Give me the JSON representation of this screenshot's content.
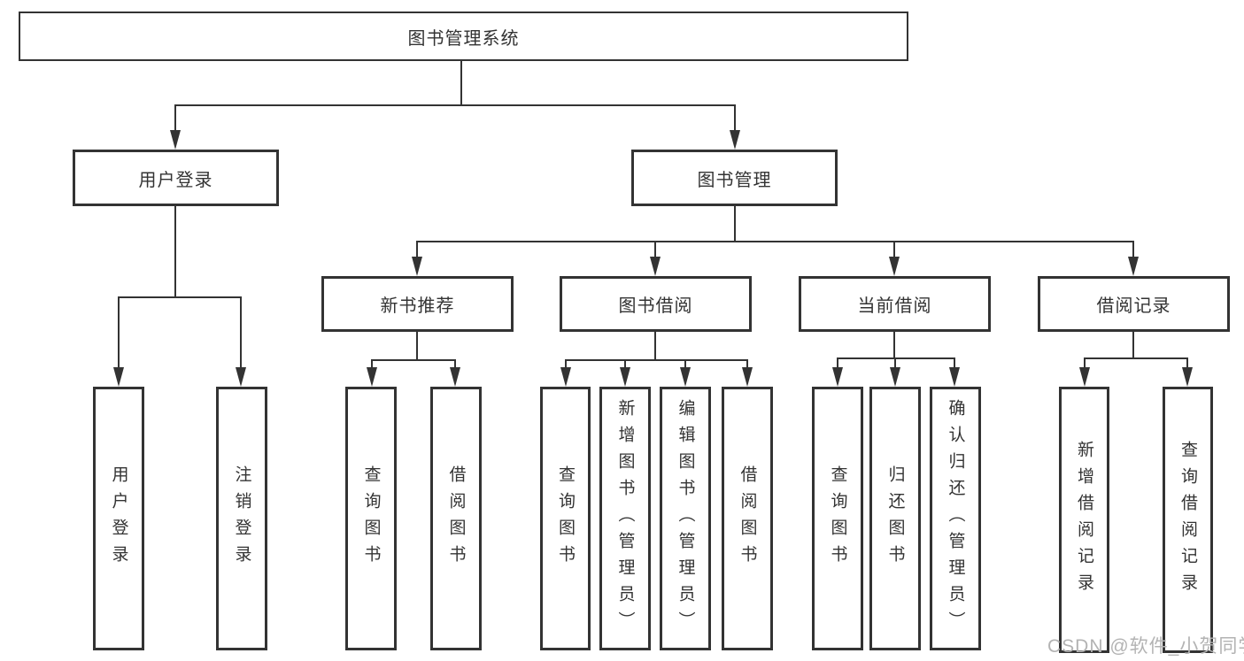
{
  "diagram": {
    "title_node": "图书管理系统",
    "watermark": "CSDN @软件_小贺同学",
    "colors": {
      "line": "#333333",
      "text": "#333333",
      "watermark": "#b3b3b3",
      "background": "#ffffff"
    },
    "nodes": {
      "root": {
        "label": "图书管理系统"
      },
      "user_login": {
        "label": "用户登录"
      },
      "book_mgmt": {
        "label": "图书管理"
      },
      "new_book": {
        "label": "新书推荐"
      },
      "book_borrow": {
        "label": "图书借阅"
      },
      "current_borrow": {
        "label": "当前借阅"
      },
      "borrow_record": {
        "label": "借阅记录"
      },
      "user_login_leaf1": {
        "label": "用户登录"
      },
      "user_login_leaf2": {
        "label": "注销登录"
      },
      "new_book_leaf1": {
        "label": "查询图书"
      },
      "new_book_leaf2": {
        "label": "借阅图书"
      },
      "book_borrow_leaf1": {
        "label": "查询图书"
      },
      "book_borrow_leaf2": {
        "label": "新增图书（管理员）"
      },
      "book_borrow_leaf3": {
        "label": "编辑图书（管理员）"
      },
      "book_borrow_leaf4": {
        "label": "借阅图书"
      },
      "current_borrow_leaf1": {
        "label": "查询图书"
      },
      "current_borrow_leaf2": {
        "label": "归还图书"
      },
      "current_borrow_leaf3": {
        "label": "确认归还（管理员）"
      },
      "borrow_record_leaf1": {
        "label": "新增借阅记录"
      },
      "borrow_record_leaf2": {
        "label": "查询借阅记录"
      }
    }
  }
}
